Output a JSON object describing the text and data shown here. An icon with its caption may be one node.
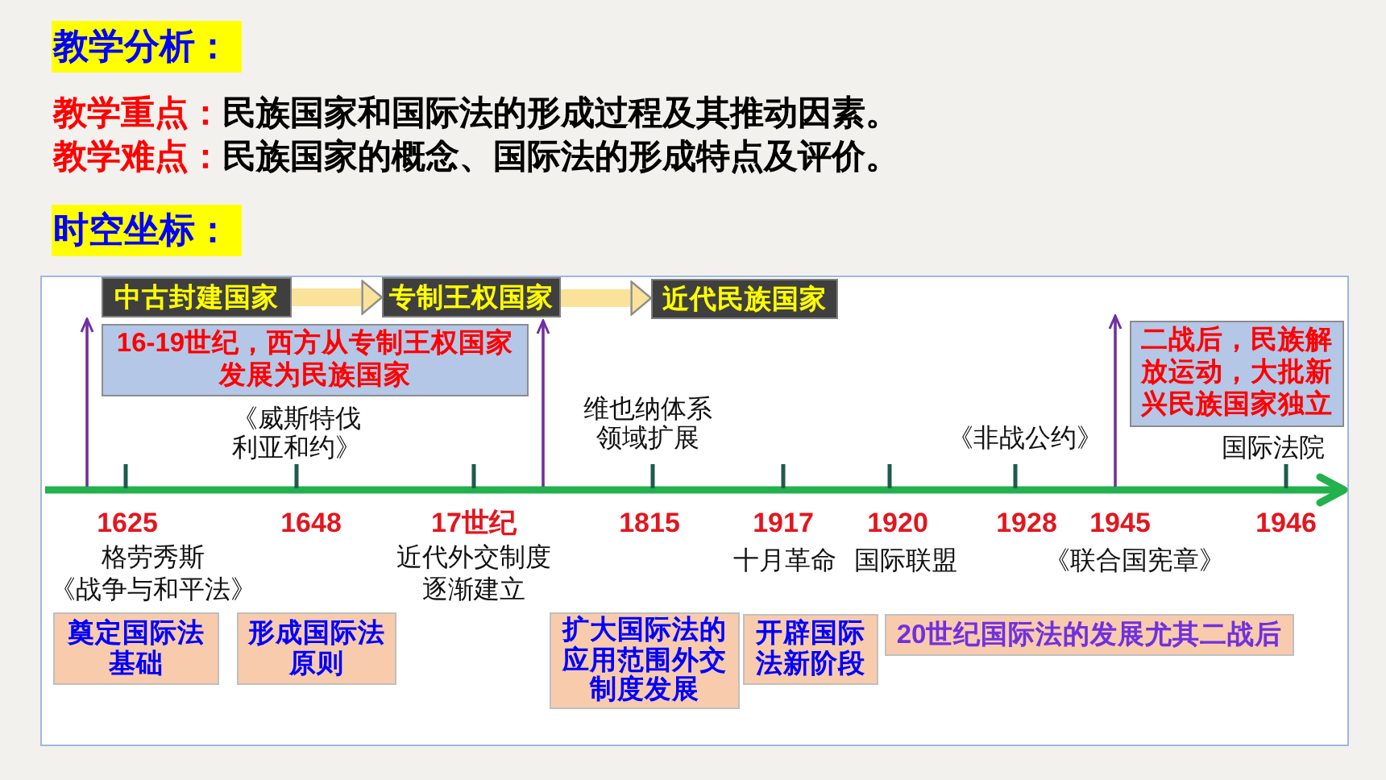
{
  "diagram": {
    "nodes": [
      {
        "text": [
          "教学分析："
        ]
      },
      {
        "text": [
          "时空坐标："
        ]
      },
      {
        "text": [
          "中古封建国家"
        ]
      },
      {
        "text": [
          "专制王权国家"
        ]
      },
      {
        "text": [
          "近代民族国家"
        ]
      },
      {
        "text": [
          "16-19世纪，西方从专制王权国家发展为民族国家"
        ]
      },
      {
        "text": [
          "二战后，民族解放运动，大批新兴民族国家独立"
        ]
      },
      {
        "text": [
          "奠定国际法基础"
        ]
      },
      {
        "text": [
          "形成国际法原则"
        ]
      },
      {
        "text": [
          "扩大国际法的应用范围外交制度发展"
        ]
      },
      {
        "text": [
          "开辟国际法新阶段"
        ]
      },
      {
        "text": [
          "20世纪国际法的发展尤其二战后"
        ]
      }
    ],
    "edges": [
      {
        "from": 2,
        "to": 3,
        "arrow": "to"
      },
      {
        "from": 3,
        "to": 4,
        "arrow": "to"
      }
    ],
    "labels": [
      "教学重点：",
      "民族国家和国际法的形成过程及其推动因素。",
      "教学难点：",
      "民族国家的概念、国际法的形成特点及评价。",
      "《威斯特伐利亚和约》",
      "维也纳体系领域扩展",
      "《非战公约》",
      "国际法院",
      "1625",
      "1648",
      "17世纪",
      "1815",
      "1917",
      "1920",
      "1928",
      "1945",
      "1946",
      "格劳秀斯《战争与和平法》",
      "近代外交制度逐渐建立",
      "十月革命",
      "国际联盟",
      "《联合国宪章》"
    ]
  }
}
